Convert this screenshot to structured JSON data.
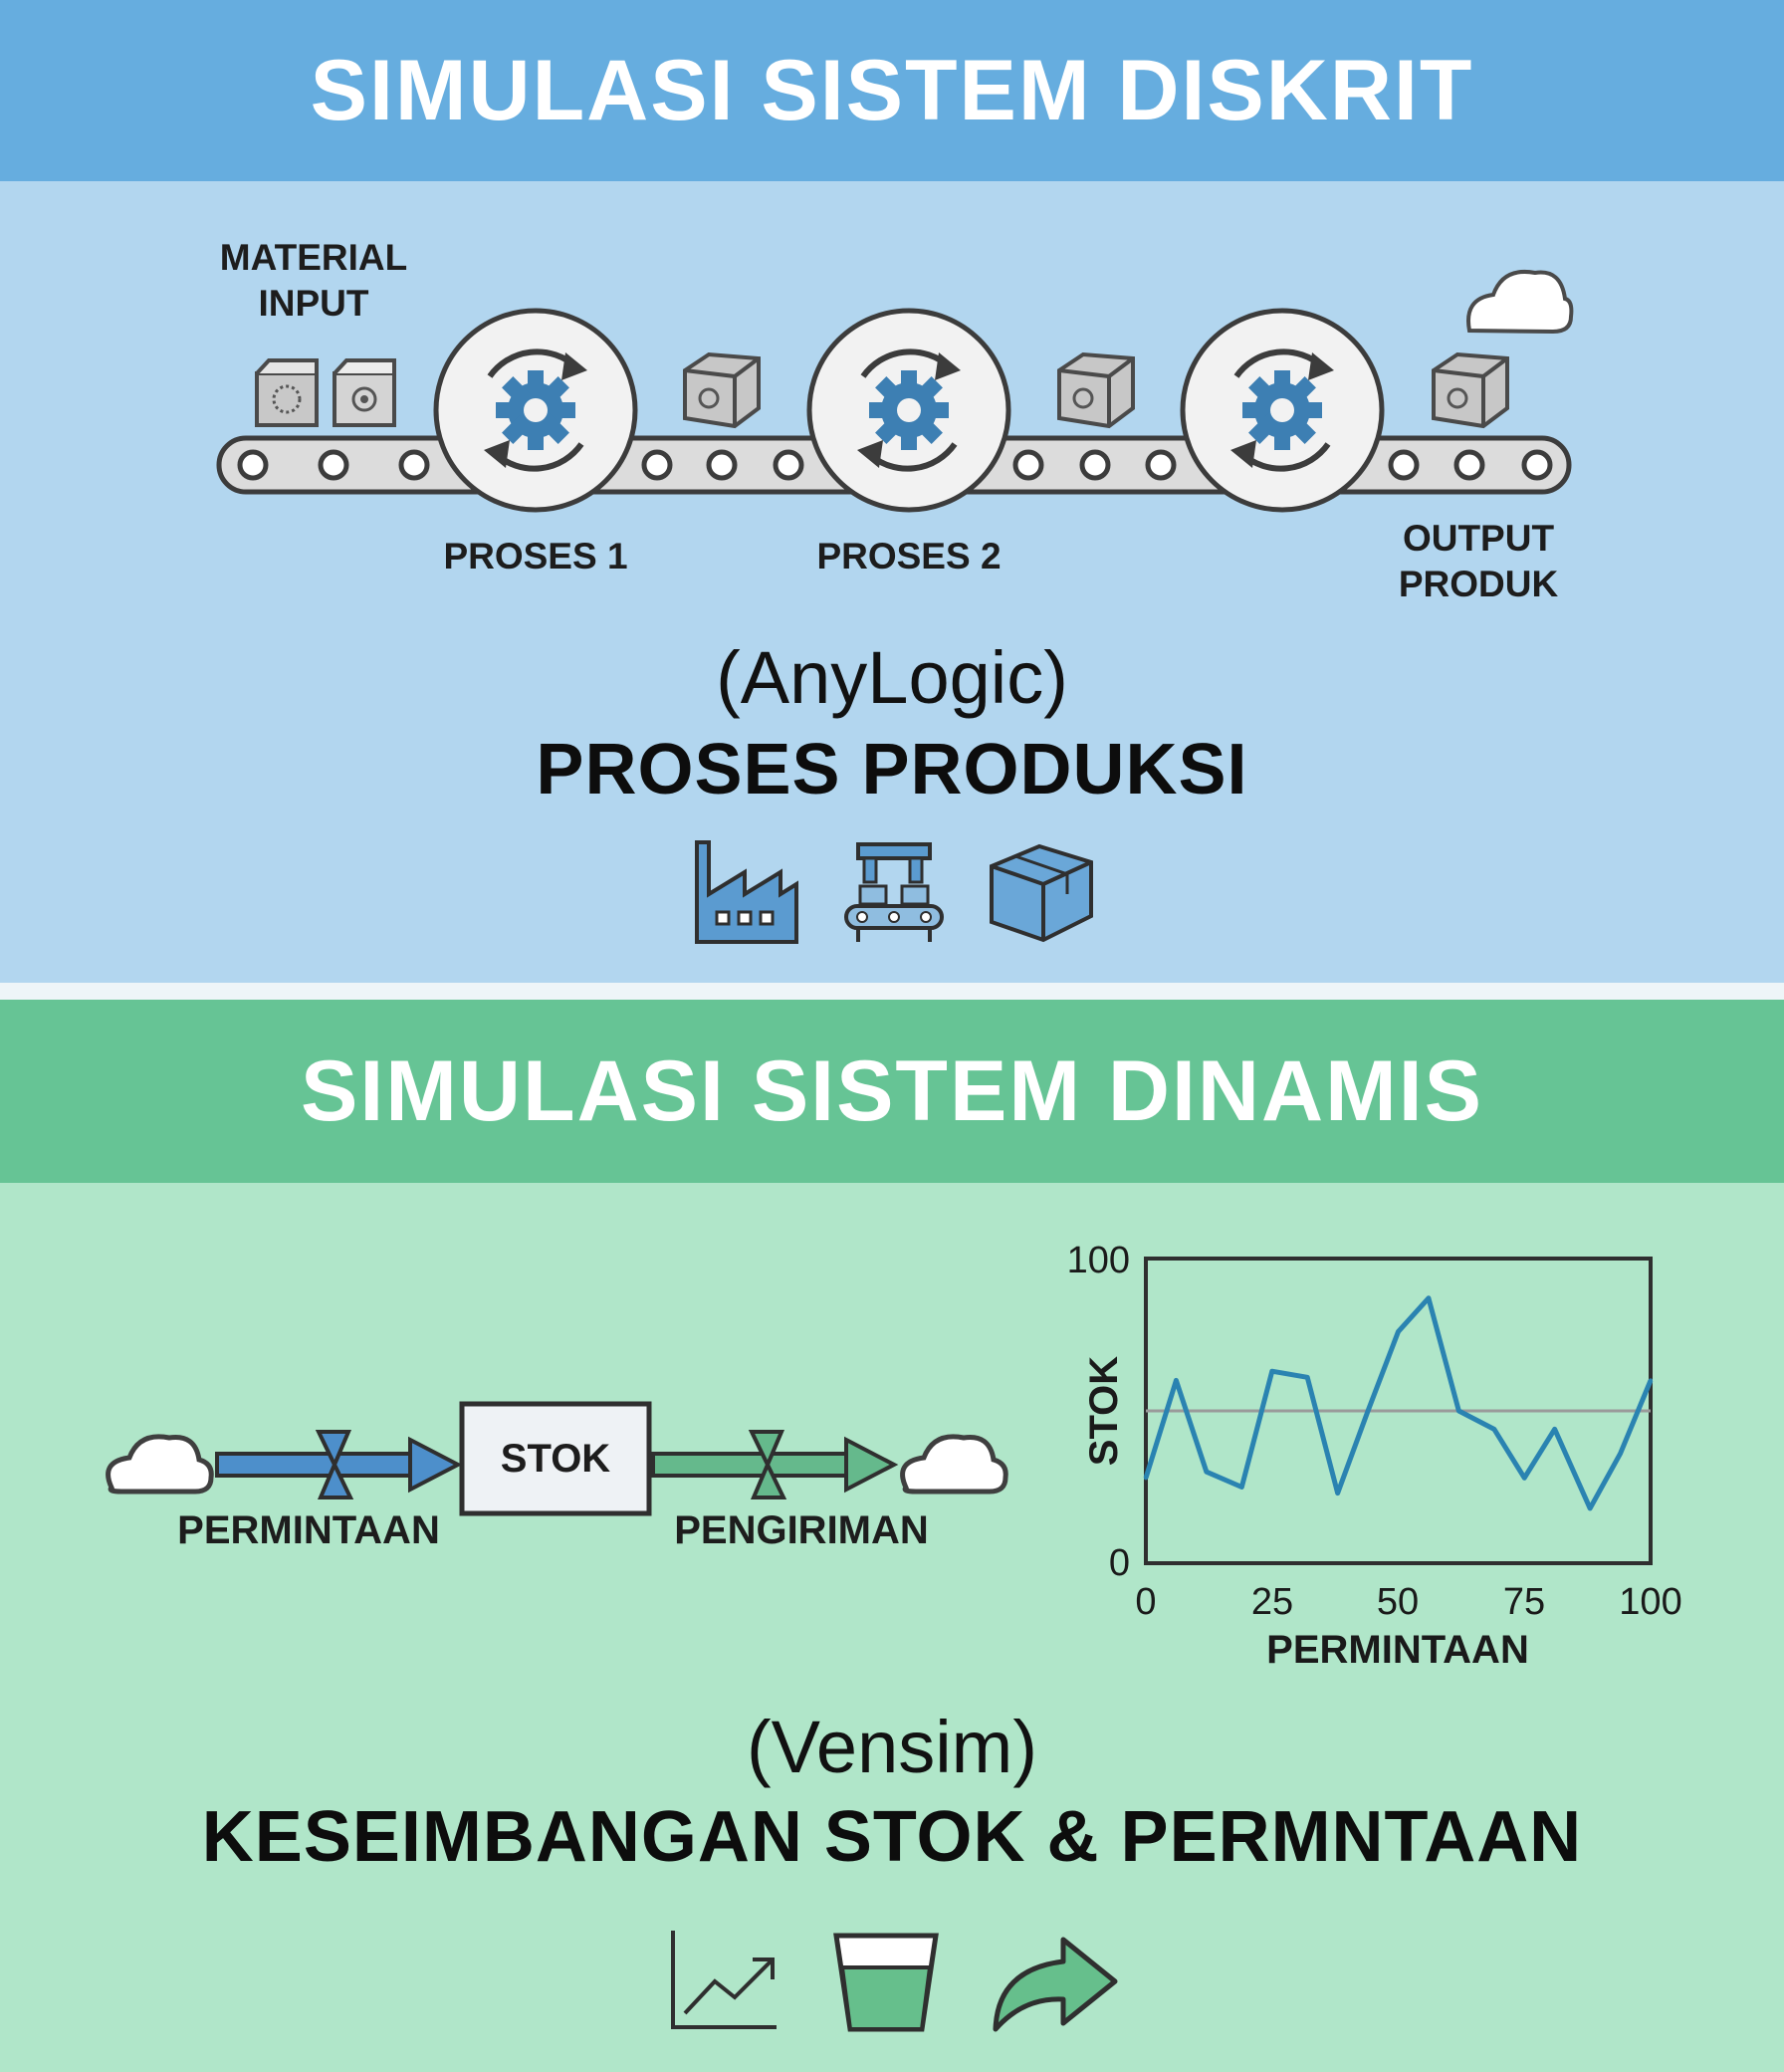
{
  "discrete": {
    "title": "SIMULASI SISTEM DISKRIT",
    "labels": {
      "material_input": "MATERIAL\nINPUT",
      "process1": "PROSES 1",
      "process2": "PROSES 2",
      "output": "OUTPUT\nPRODUK"
    },
    "tool": "(AnyLogic)",
    "caption": "PROSES PRODUKSI",
    "icons": [
      "factory-icon",
      "robot-arm-conveyor-icon",
      "package-box-icon"
    ]
  },
  "dynamic": {
    "title": "SIMULASI SISTEM DINAMIS",
    "flow": {
      "stock": "STOK",
      "inflow": "PERMINTAAN",
      "outflow": "PENGIRIMAN"
    },
    "tool": "(Vensim)",
    "caption": "KESEIMBANGAN STOK & PERMNTAAN",
    "icons": [
      "line-chart-icon",
      "water-tank-icon",
      "arrow-forward-icon"
    ]
  },
  "colors": {
    "discrete_banner": "#66addf",
    "discrete_bg": "#b2d6ef",
    "dynamic_banner": "#66c495",
    "dynamic_bg": "#b0e6c9",
    "gear_blue": "#3d7fb3",
    "line_blue": "#2a83b1"
  },
  "chart_data": {
    "type": "line",
    "xlabel": "PERMINTAAN",
    "ylabel": "STOK",
    "xlim": [
      0,
      100
    ],
    "ylim": [
      0,
      100
    ],
    "x_ticks": [
      "0",
      "25",
      "50",
      "75",
      "100"
    ],
    "y_ticks": [
      "0",
      "100"
    ],
    "reference_line": 50,
    "grid": false,
    "series": [
      {
        "x": [
          0,
          6,
          12,
          19,
          25,
          32,
          38,
          44,
          50,
          56,
          62,
          69,
          75,
          81,
          88,
          94,
          100
        ],
        "values": [
          28,
          60,
          30,
          25,
          63,
          61,
          23,
          50,
          76,
          87,
          50,
          44,
          28,
          44,
          18,
          36,
          60
        ]
      }
    ]
  }
}
